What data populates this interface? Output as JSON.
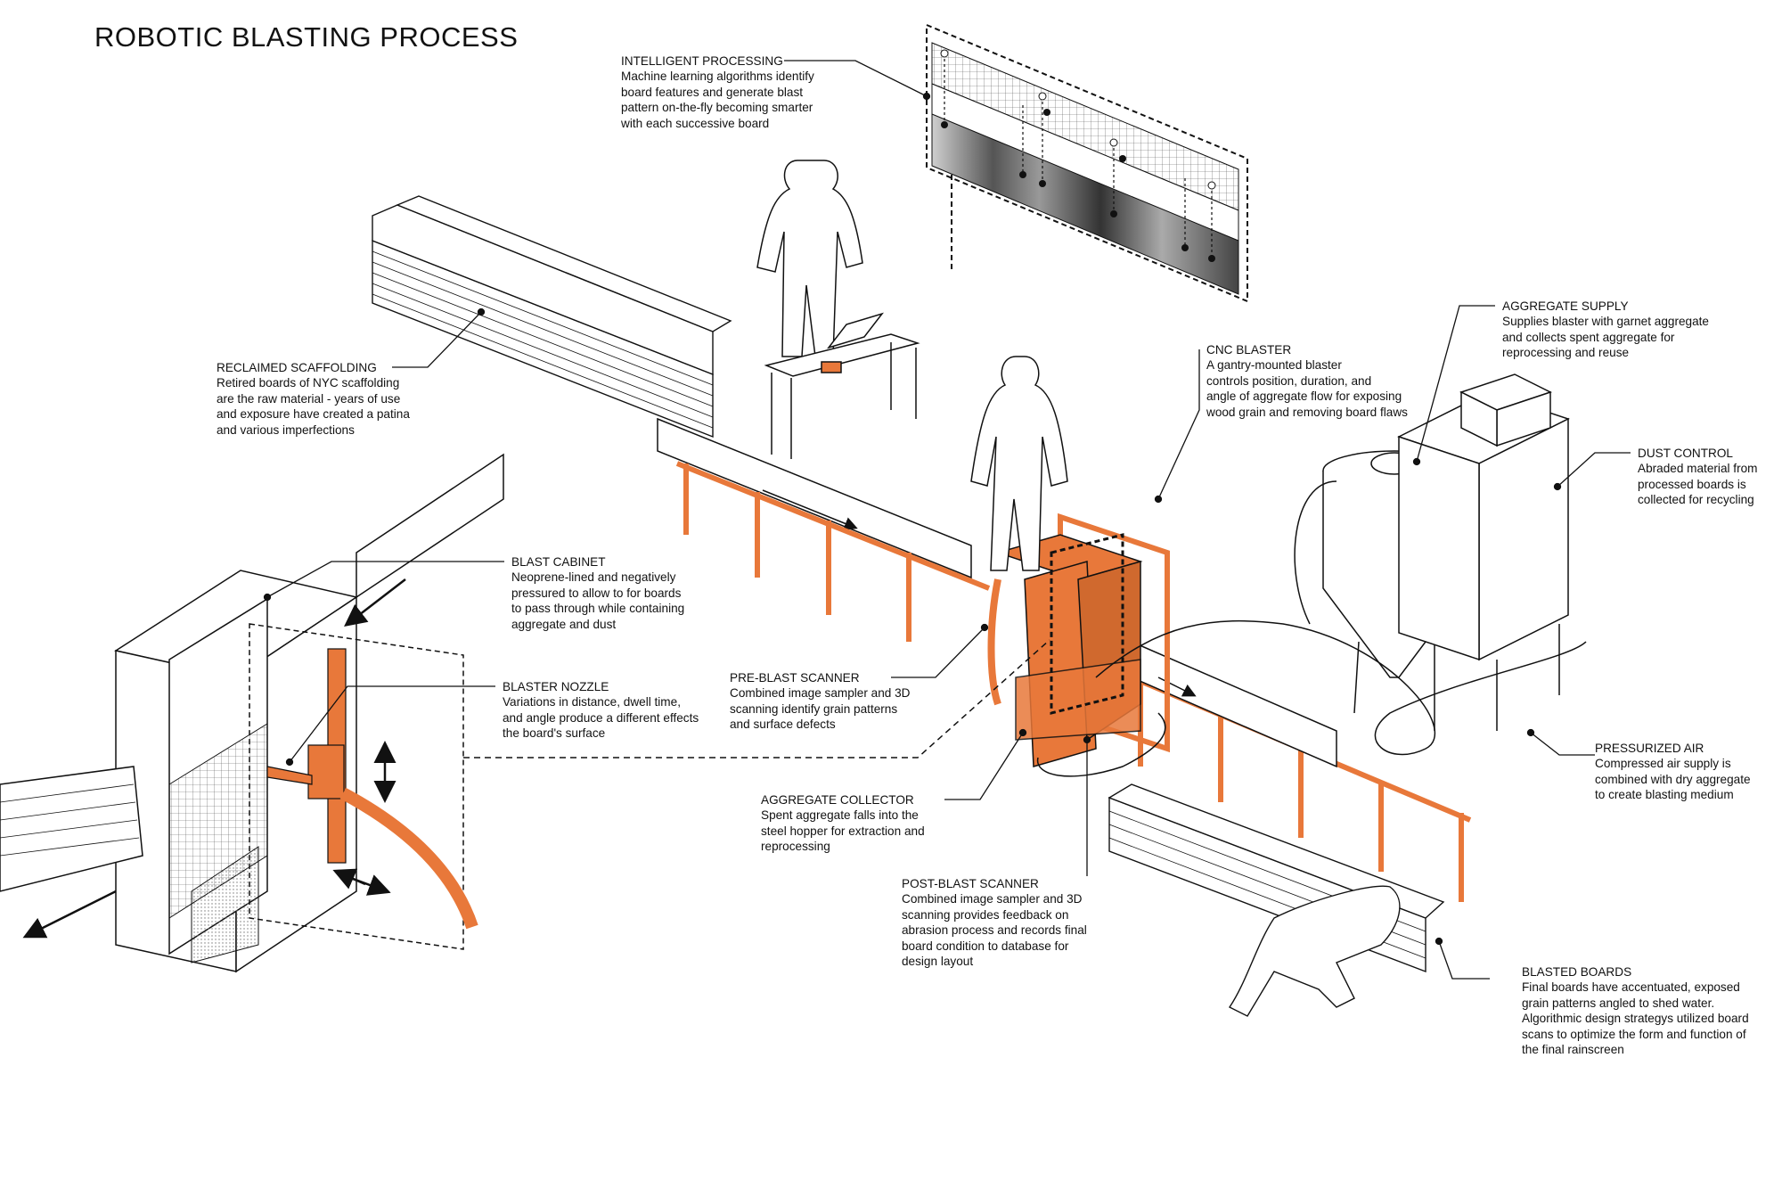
{
  "title": "ROBOTIC BLASTING PROCESS",
  "accent_color": "#e8783a",
  "line_color": "#1a1a1a",
  "callouts": {
    "intelligent_processing": {
      "heading": "INTELLIGENT PROCESSING",
      "body": "Machine learning algorithms identify\nboard features and generate blast\npattern on-the-fly becoming smarter\nwith each successive board"
    },
    "reclaimed_scaffolding": {
      "heading": "RECLAIMED SCAFFOLDING",
      "body": "Retired boards of NYC scaffolding\nare the raw material - years of use\nand exposure have created a patina\nand various imperfections"
    },
    "cnc_blaster": {
      "heading": "CNC BLASTER",
      "body": "A gantry-mounted blaster\ncontrols position, duration, and\nangle of aggregate flow for exposing\nwood grain and removing board flaws"
    },
    "aggregate_supply": {
      "heading": "AGGREGATE SUPPLY",
      "body": "Supplies blaster with garnet aggregate\nand collects spent aggregate for\nreprocessing and reuse"
    },
    "dust_control": {
      "heading": "DUST CONTROL",
      "body": "Abraded material from\nprocessed boards is\ncollected for recycling"
    },
    "blast_cabinet": {
      "heading": "BLAST CABINET",
      "body": "Neoprene-lined and negatively\npressured to allow to for boards\nto pass through while containing\naggregate and dust"
    },
    "blaster_nozzle": {
      "heading": "BLASTER NOZZLE",
      "body": "Variations in distance, dwell time,\nand angle produce a different effects\nthe board's surface"
    },
    "pre_blast_scanner": {
      "heading": "PRE-BLAST SCANNER",
      "body": "Combined image sampler and 3D\nscanning identify grain patterns\nand surface defects"
    },
    "aggregate_collector": {
      "heading": "AGGREGATE COLLECTOR",
      "body": "Spent aggregate falls into the\nsteel hopper for extraction and\nreprocessing"
    },
    "post_blast_scanner": {
      "heading": "POST-BLAST SCANNER",
      "body": "Combined image sampler and 3D\nscanning provides feedback on\nabrasion process and records final\nboard condition to database for\ndesign layout"
    },
    "pressurized_air": {
      "heading": "PRESSURIZED AIR",
      "body": "Compressed air supply is\ncombined with dry aggregate\nto create blasting medium"
    },
    "blasted_boards": {
      "heading": "BLASTED BOARDS",
      "body": "Final boards have accentuated, exposed\ngrain patterns angled to shed water.\nAlgorithmic design strategys utilized board\nscans to optimize the form and function of\nthe final rainscreen"
    }
  }
}
